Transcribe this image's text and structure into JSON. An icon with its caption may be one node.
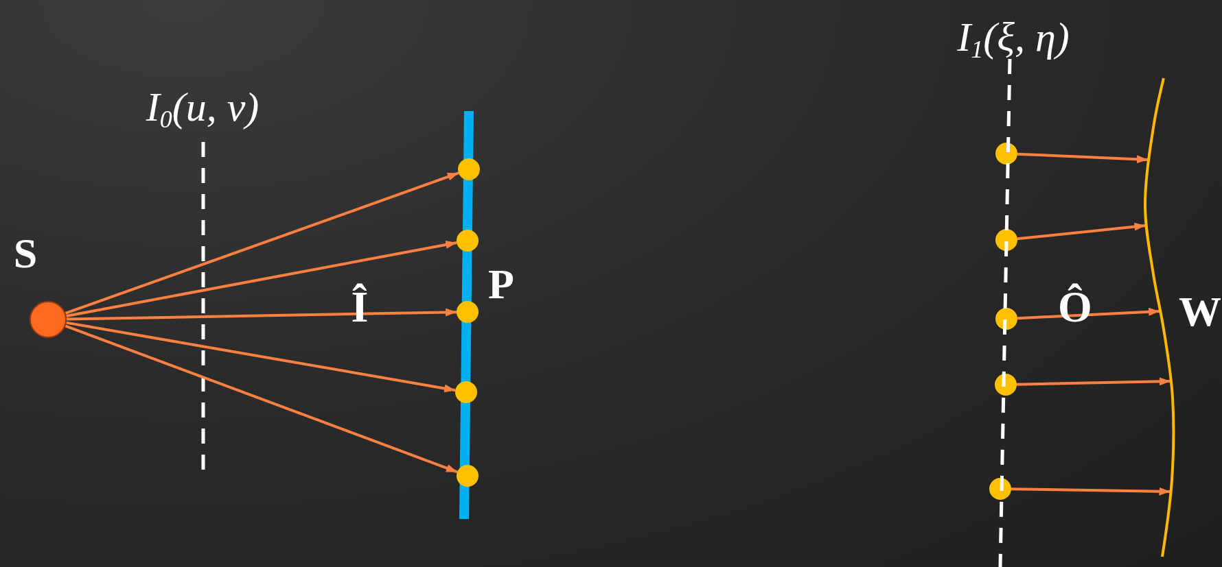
{
  "diagram": {
    "nodes": [
      {
        "text": [],
        "shape": "circle",
        "beside": [
          "S"
        ]
      },
      {
        "text": [],
        "shape": "bar",
        "beside": [
          "P"
        ]
      },
      {
        "text": [],
        "shape": "circle"
      },
      {
        "text": [],
        "shape": "circle"
      },
      {
        "text": [],
        "shape": "circle"
      },
      {
        "text": [],
        "shape": "circle"
      },
      {
        "text": [],
        "shape": "circle"
      },
      {
        "text": [],
        "shape": "circle"
      },
      {
        "text": [],
        "shape": "circle"
      },
      {
        "text": [],
        "shape": "circle"
      },
      {
        "text": [],
        "shape": "circle"
      },
      {
        "text": [],
        "shape": "circle"
      },
      {
        "text": [],
        "shape": "curve",
        "beside": [
          "W"
        ]
      }
    ],
    "edges": [
      {
        "from": 0,
        "to": 2,
        "arrow": "to"
      },
      {
        "from": 0,
        "to": 3,
        "arrow": "to"
      },
      {
        "from": 0,
        "to": 4,
        "arrow": "to"
      },
      {
        "from": 0,
        "to": 5,
        "arrow": "to"
      },
      {
        "from": 0,
        "to": 6,
        "arrow": "to"
      },
      {
        "from": 7,
        "to": 12,
        "arrow": "to"
      },
      {
        "from": 8,
        "to": 12,
        "arrow": "to"
      },
      {
        "from": 9,
        "to": 12,
        "arrow": "to"
      },
      {
        "from": 10,
        "to": 12,
        "arrow": "to"
      },
      {
        "from": 11,
        "to": 12,
        "arrow": "to"
      }
    ],
    "labels": [
      "I$_{1}$(ξ, η)",
      "I$_{0}$(u, v)",
      "Î",
      "Ô"
    ]
  }
}
